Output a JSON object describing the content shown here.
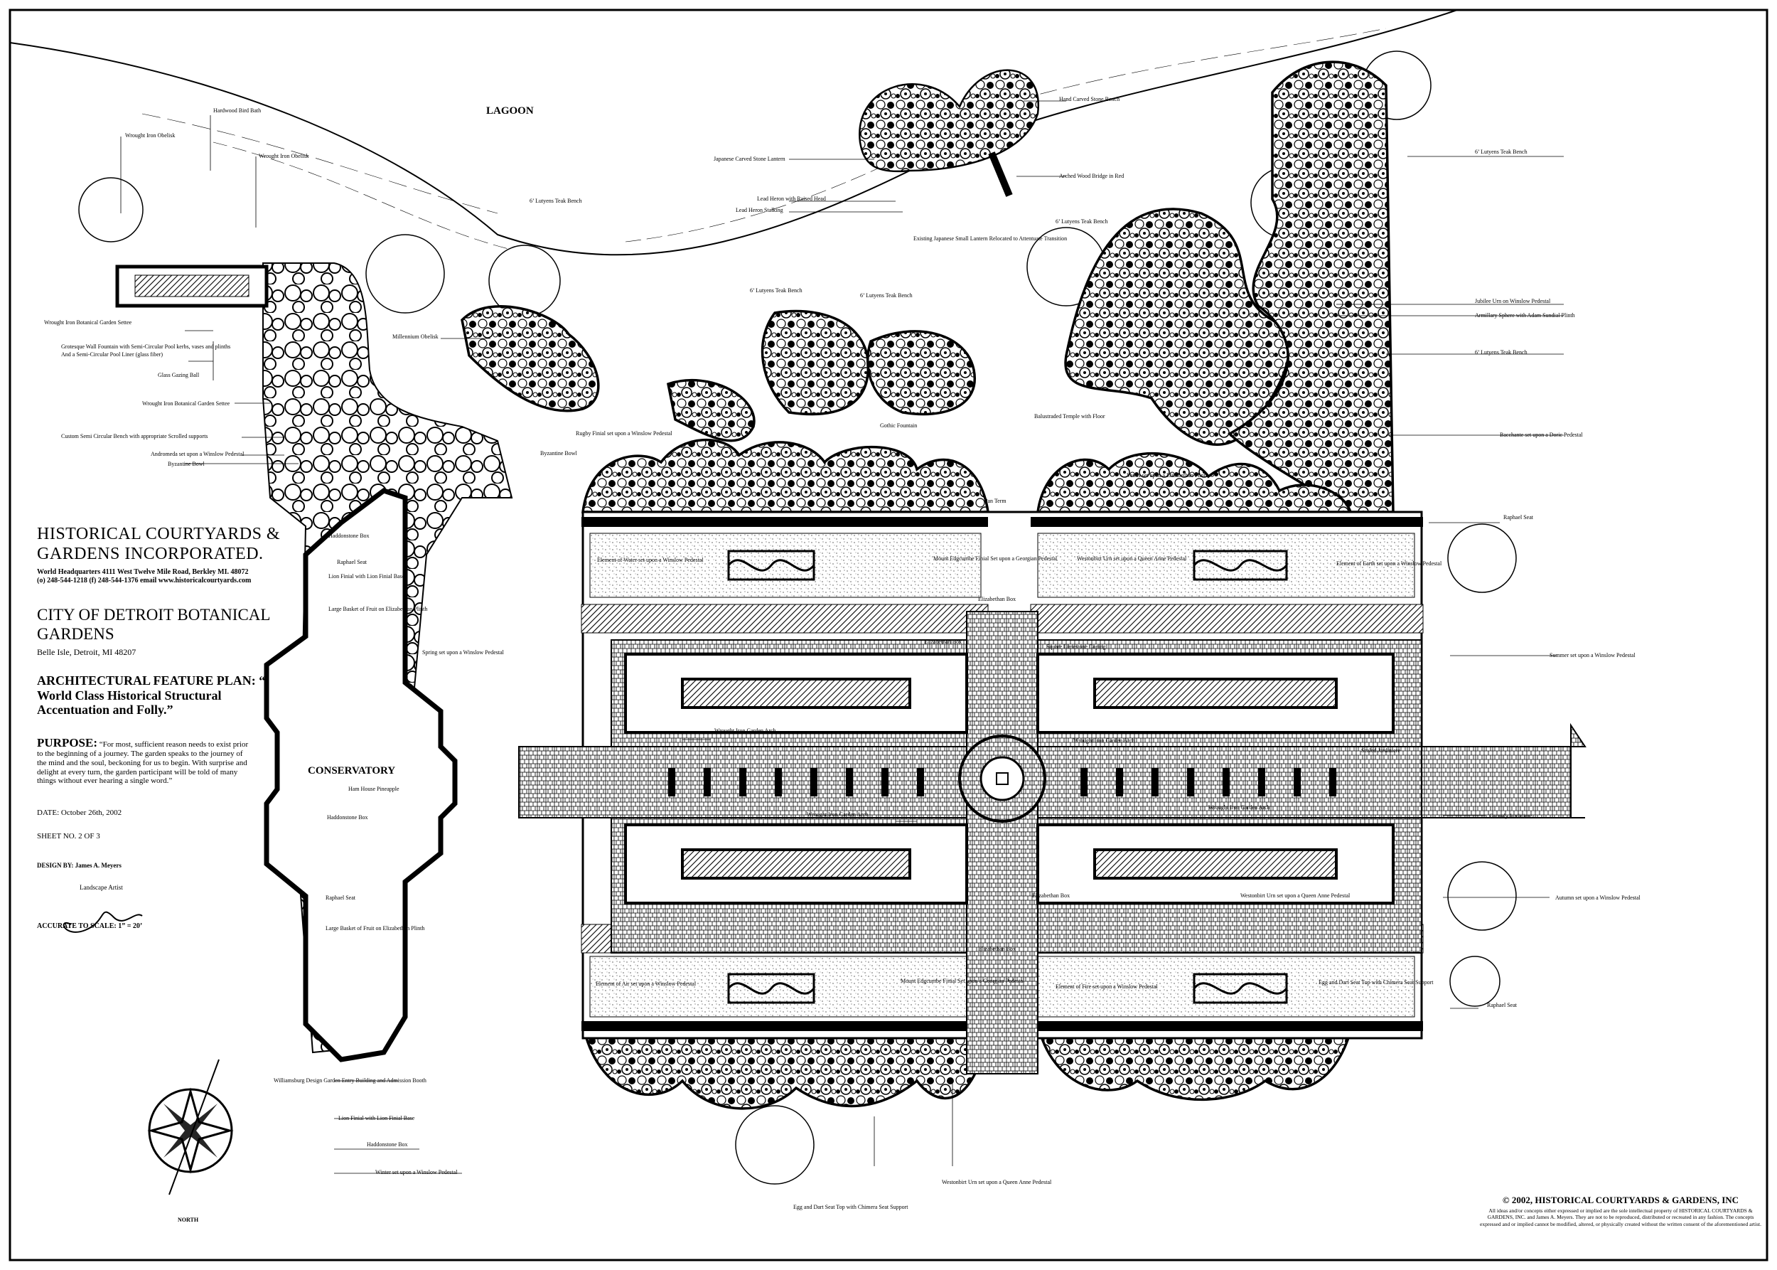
{
  "company": {
    "name": "HISTORICAL COURTYARDS & GARDENS INCORPORATED.",
    "hq": "World Headquarters 4111 West Twelve Mile Road, Berkley MI. 48072",
    "phone": "(o) 248-544-1218   (f) 248-544-1376   email www.historicalcourtyards.com"
  },
  "client": {
    "name": "CITY OF DETROIT BOTANICAL GARDENS",
    "address": "Belle Isle, Detroit, MI 48207"
  },
  "plan_title": "ARCHITECTURAL FEATURE PLAN: “ World Class Historical Structural Accentuation and Folly.”",
  "purpose": {
    "heading": "PURPOSE:",
    "text": "“For most, sufficient reason needs to exist prior to the beginning of a journey. The garden speaks to the journey of the mind and the soul, beckoning for us to begin. With surprise and delight at every turn, the garden participant will be told of many things without ever hearing a single word.”"
  },
  "date": "DATE: October 26th, 2002",
  "sheet": "SHEET NO. 2 OF 3",
  "designer": "DESIGN BY: James A. Meyers",
  "designer_role": "Landscape Artist",
  "scale": "ACCURATE TO SCALE: 1” = 20’",
  "compass_label": "NORTH",
  "area_labels": {
    "lagoon": "LAGOON",
    "conservatory": "CONSERVATORY"
  },
  "copyright": "© 2002, HISTORICAL COURTYARDS & GARDENS, INC",
  "rights": "All ideas and/or concepts either expressed or implied are the sole intellectual property of HISTORICAL COURTYARDS & GARDENS, INC. and James A. Meyers. They are not to be reproduced, distributed or recreated in any fashion. The concepts expressed and or implied cannot be modified, altered, or physically created without the written consent of the aforementioned artist.",
  "callouts": {
    "hardwood_bird_bath": "Hardwood Bird Bath",
    "wrought_iron_obelisk_1": "Wrought Iron Obelisk",
    "wrought_iron_obelisk_2": "Wrought Iron Obelisk",
    "wrought_iron_settee": "Wrought Iron Botanical Garden Settee",
    "grotesque_fountain": "Grotesque Wall Fountain with Semi-Circular Pool kerbs, vases and plinths",
    "semi_circular_liner": "And a Semi-Circular Pool Liner (glass fiber)",
    "glass_gazing_ball": "Glass Gazing Ball",
    "wrought_iron_settee_2": "Wrought Iron Botanical Garden Settee",
    "custom_bench": "Custom Semi Circular Bench with appropriate Scrolled supports",
    "andromeda": "Andromeda set upon a Winslow Pedestal",
    "byzantine_bowl_1": "Byzantine Bowl",
    "byzantine_bowl_2": "Byzantine Bowl",
    "millennium_obelisk": "Millennium Obelisk",
    "lutyens_bench_1": "6’ Lutyens Teak Bench",
    "lutyens_bench_2": "6’ Lutyens Teak Bench",
    "lutyens_bench_3": "6’ Lutyens Teak Bench",
    "lutyens_bench_4": "6’ Lutyens Teak Bench",
    "lutyens_bench_5": "6’ Lutyens Teak Bench",
    "lutyens_bench_6": "6’ Lutyens Teak Bench",
    "japanese_lantern": "Japanese Carved Stone Lantern",
    "lead_heron_head": "Lead Heron with Raised Head",
    "lead_heron_stalking": "Lead Heron Stalking",
    "hand_carved_bench": "Hand Carved Stone Bench",
    "arched_bridge": "Arched Wood Bridge in Red",
    "japanese_small_lantern": "Existing Japanese Small Lantern Relocated to Attentuate Transition",
    "jubilee_urn": "Jubilee Urn on Winslow Pedestal",
    "armillary_sphere": "Armillary Sphere with Adam Sundial Plinth",
    "bacchante": "Bacchante set upon a Doric Pedestal",
    "rugby_finial": "Rugby Finial set upon a Winslow Pedestal",
    "gothic_fountain": "Gothic Fountain",
    "balustraded_temple": "Balustraded Temple with Floor",
    "venus": "Venus set upon a Elizabethan Plinth",
    "pan_term": "Pan Term",
    "raphael_seat_1": "Raphael Seat",
    "raphael_seat_2": "Raphael Seat",
    "raphael_seat_3": "Raphael Seat",
    "raphael_seat_4": "Raphael Seat",
    "haddonstone_box_1": "Haddonstone Box",
    "haddonstone_box_2": "Haddonstone Box",
    "haddonstone_box_3": "Haddonstone Box",
    "lion_finial_1": "Lion Finial with Lion Finial Base",
    "lion_finial_2": "Lion Finial with Lion Finial Base",
    "basket_fruit_1": "Large Basket of Fruit on Elizabethan Plinth",
    "basket_fruit_2": "Large Basket of Fruit on Elizabethan Plinth",
    "ham_house_pineapple": "Ham House Pineapple",
    "element_water": "Element of Water set upon a Winslow Pedestal",
    "mount_edgcumbe_1": "Mount Edgcumbe Finial Set upon a Georgian Pedestal",
    "mount_edgcumbe_2": "Mount Edgcumbe Finial Set upon a Georgian Pedestal",
    "westonbirt_urn_1": "Westonbirt Urn set upon a Queen Anne Pedestal",
    "westonbirt_urn_2": "Westonbirt Urn set upon a Queen Anne Pedestal",
    "westonbirt_urn_3": "Westonbirt Urn set upon a Queen Anne Pedestal",
    "element_earth": "Element of Earth set upon a Winslow Pedestal",
    "elizabethan_box_1": "Elizabethan Box",
    "elizabethan_box_2": "Elizabethan Box",
    "elizabethan_box_3": "Elizabethan Box",
    "elizabethan_box_4": "Elizabethan Box",
    "spring": "Spring set upon a Winslow Pedestal",
    "summer": "Summer set upon a Winslow Pedestal",
    "autumn": "Autumn set upon a Winslow Pedestal",
    "winter": "Winter set upon a Winslow Pedestal",
    "square_coping": "Square Limestone Coping",
    "wrought_arch_1": "Wrought Iron Garden Arch",
    "wrought_arch_2": "Wrought Iron Garden Arch",
    "wrought_arch_3": "Wrought Iron Garden Arch",
    "wrought_arch_4": "Wrought Iron Garden Arch",
    "scaled_jardiniere": "Scaled Jardiniere",
    "corrody_jardiniere": "Corrody Jardiniere",
    "element_air": "Element of Air set upon a Winslow Pedestal",
    "element_fire": "Element of Fire set upon a Winslow Pedestal",
    "egg_dart_1": "Egg and Dart Seat Top with Chimera Seat Support",
    "egg_dart_2": "Egg and Dart Seat Top with Chimera Seat Support",
    "williamsburg": "Williamsburg Design Garden Entry Building and Admission Booth"
  }
}
